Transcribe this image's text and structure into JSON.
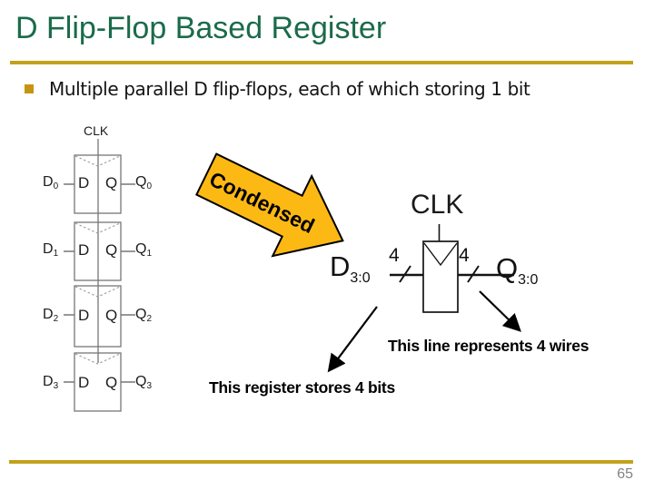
{
  "slide": {
    "title": "D Flip-Flop Based Register",
    "bullet_text": "Multiple parallel D flip-flops, each of which storing 1 bit",
    "page_number": "65"
  },
  "colors": {
    "title_green": "#1A6B4A",
    "rule_gold": "#C2A11C",
    "bullet_gold": "#C79412",
    "arrow_yellow": "#FDB913",
    "text_black": "#141414",
    "diagram_gray": "#767676",
    "page_gray": "#828282"
  },
  "condensed_arrow": {
    "label": "Condensed"
  },
  "detailed_diagram": {
    "clk_label": "CLK",
    "flipflops": [
      {
        "input_main": "D",
        "input_sub": "0",
        "port_d": "D",
        "port_q": "Q",
        "output_main": "Q",
        "output_sub": "0"
      },
      {
        "input_main": "D",
        "input_sub": "1",
        "port_d": "D",
        "port_q": "Q",
        "output_main": "Q",
        "output_sub": "1"
      },
      {
        "input_main": "D",
        "input_sub": "2",
        "port_d": "D",
        "port_q": "Q",
        "output_main": "Q",
        "output_sub": "2"
      },
      {
        "input_main": "D",
        "input_sub": "3",
        "port_d": "D",
        "port_q": "Q",
        "output_main": "Q",
        "output_sub": "3"
      }
    ]
  },
  "condensed_diagram": {
    "clk_label": "CLK",
    "input_main": "D",
    "input_sub": "3:0",
    "output_main": "Q",
    "output_sub": "3:0",
    "bus_width_left": "4",
    "bus_width_right": "4"
  },
  "annotations": {
    "wires_note": "This line represents 4 wires",
    "bits_note": "This register stores 4 bits"
  }
}
